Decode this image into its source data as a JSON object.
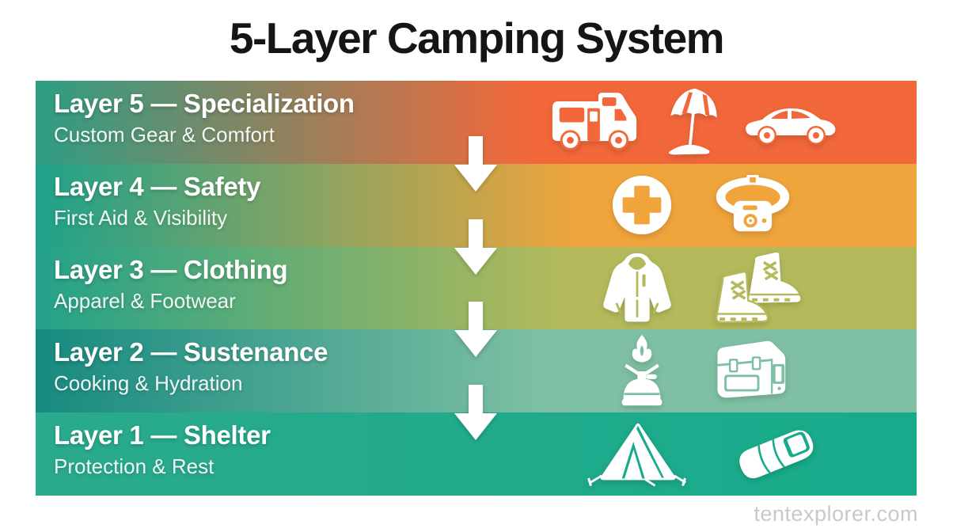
{
  "title": "5-Layer Camping System",
  "watermark": "tentexplorer.com",
  "arrows": {
    "count": 4,
    "direction": "down",
    "color": "#ffffff"
  },
  "text_color": "#ffffff",
  "layers": [
    {
      "name": "Layer 5 — Specialization",
      "subtitle": "Custom Gear & Comfort",
      "color_left": "#2E9D84",
      "color_right": "#F3683B",
      "gradient_end": "56%",
      "icons": [
        "rv-camper-icon",
        "beach-umbrella-icon",
        "car-icon"
      ]
    },
    {
      "name": "Layer 4 — Safety",
      "subtitle": "First Aid & Visibility",
      "color_left": "#1EA28A",
      "color_right": "#F0A53C",
      "gradient_end": "62%",
      "icons": [
        "first-aid-icon",
        "headlamp-icon"
      ]
    },
    {
      "name": "Layer 3 — Clothing",
      "subtitle": "Apparel & Footwear",
      "color_left": "#23A28A",
      "color_right": "#B4BA5B",
      "gradient_end": "60%",
      "icons": [
        "jacket-icon",
        "boots-icon"
      ]
    },
    {
      "name": "Layer 2 — Sustenance",
      "subtitle": "Cooking & Hydration",
      "color_left": "#178A80",
      "color_right": "#7FC0A4",
      "gradient_end": "58%",
      "icons": [
        "camp-stove-icon",
        "cooler-icon"
      ]
    },
    {
      "name": "Layer 1 — Shelter",
      "subtitle": "Protection & Rest",
      "color_left": "#2BAA8D",
      "color_right": "#17AB8B",
      "gradient_end": "100%",
      "icons": [
        "tent-icon",
        "sleeping-bag-icon"
      ]
    }
  ]
}
